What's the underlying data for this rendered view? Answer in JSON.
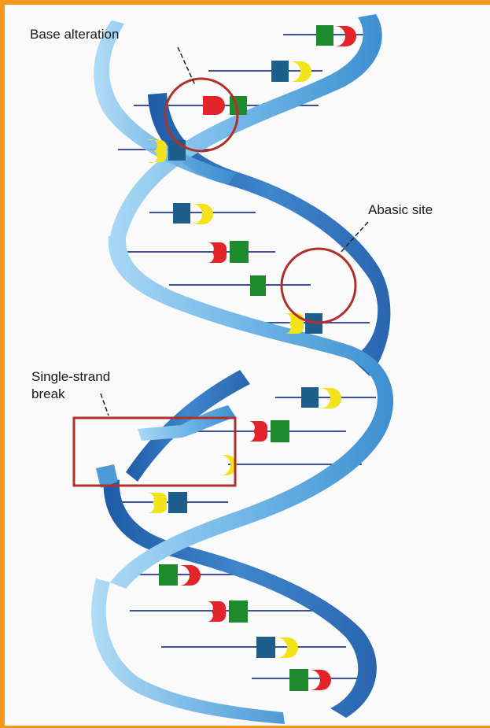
{
  "labels": {
    "base_alteration": "Base alteration",
    "abasic_site": "Abasic site",
    "single_strand_break_line1": "Single-strand",
    "single_strand_break_line2": "break"
  },
  "colors": {
    "frame": "#F39A1C",
    "backbone_light": "#7FC0E8",
    "backbone_dark": "#2E6FB8",
    "rung": "#3E4F9E",
    "annotation": "#B0302A",
    "base_red": "#E3242B",
    "base_green": "#1E8C2E",
    "base_blue": "#1E5E8C",
    "base_yellow": "#F2E31A"
  }
}
